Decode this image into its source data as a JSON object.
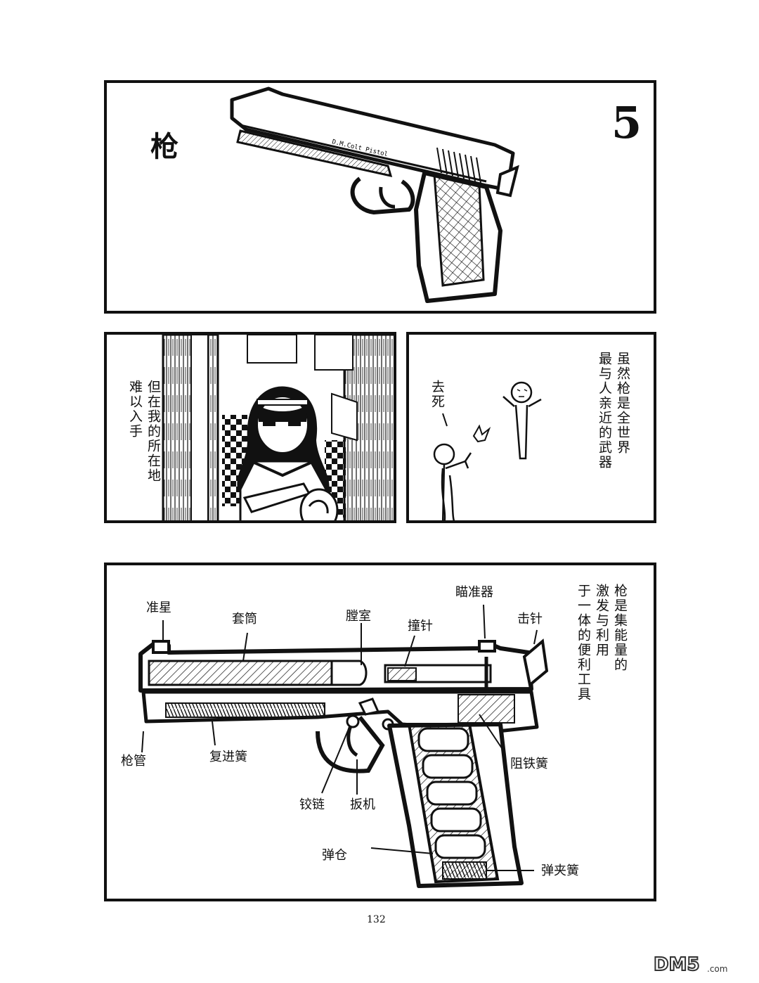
{
  "chapter": {
    "title": "枪",
    "number": "5"
  },
  "panel1": {
    "gun_engraving": "D.M.Colt Pistol"
  },
  "panel2": {
    "caption": [
      "但在我的所在地",
      "难以入手"
    ]
  },
  "panel3": {
    "caption": [
      "虽然枪是全世界",
      "最与人亲近的武器"
    ],
    "speech": "去死"
  },
  "panel4": {
    "caption": [
      "枪是集能量的",
      "激发与利用",
      "于一体的便利工具"
    ],
    "labels": {
      "front_sight": "准星",
      "slide": "套筒",
      "chamber": "膛室",
      "firing_pin": "撞针",
      "rear_sight": "瞄准器",
      "hammer": "击针",
      "barrel": "枪管",
      "recoil_spring": "复进簧",
      "sear_spring": "阻铁簧",
      "link": "铰链",
      "trigger": "扳机",
      "magazine": "弹仓",
      "magazine_spring": "弹夹簧"
    }
  },
  "page_number": "132",
  "watermark": "DM5.com"
}
